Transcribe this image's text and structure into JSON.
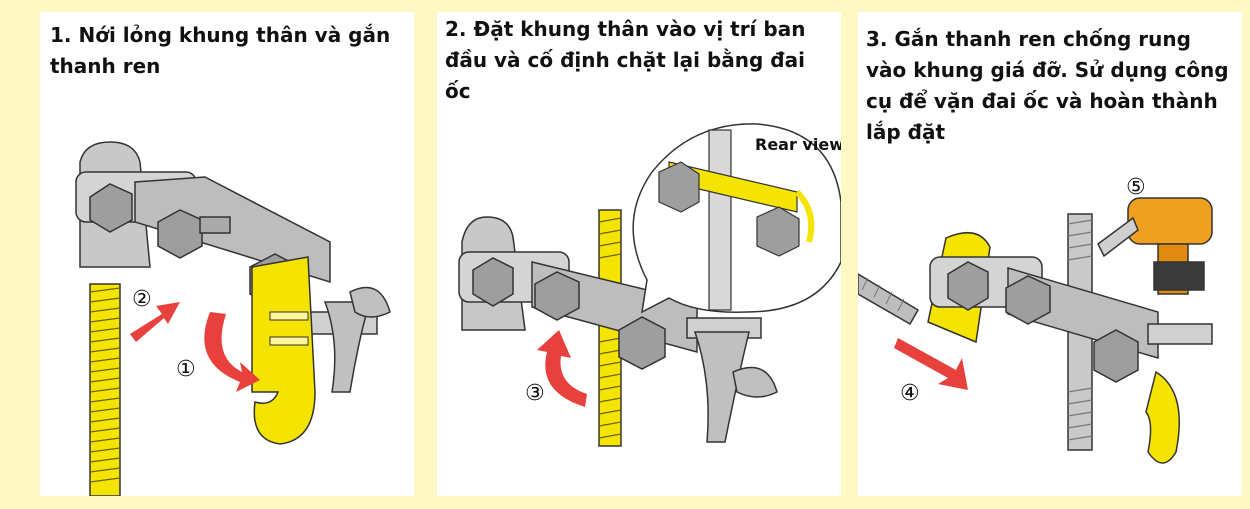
{
  "steps": [
    {
      "title": "1. Nới lỏng khung thân và gắn thanh ren",
      "markers": [
        "②",
        "①"
      ]
    },
    {
      "title": "2. Đặt khung thân vào vị trí ban đầu và cố định chặt lại bằng đai ốc",
      "markers": [
        "③"
      ],
      "callout_label": "Rear view"
    },
    {
      "title": "3. Gắn thanh ren chống rung vào khung giá đỡ. Sử dụng công cụ để vặn đai ốc và hoàn thành lắp đặt",
      "markers": [
        "⑤",
        "④"
      ]
    }
  ],
  "colors": {
    "background": "#fdf8c4",
    "panel": "#ffffff",
    "accent_yellow": "#f5e400",
    "arrow_red": "#e8403c",
    "metal_gray": "#c8c8c8",
    "drill_orange": "#f0a020"
  }
}
